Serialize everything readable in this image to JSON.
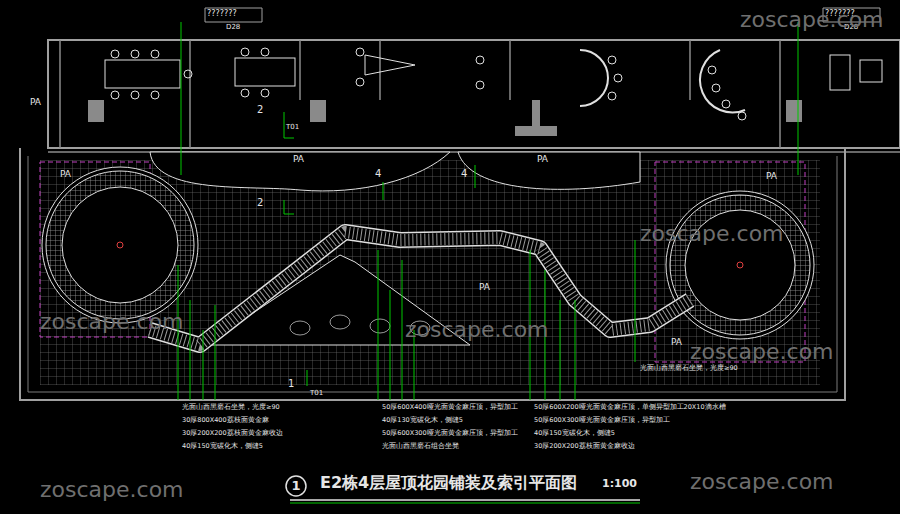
{
  "diagram": {
    "title": "E2栋4层屋顶花园铺装及索引平面图",
    "labels": [
      "???????",
      "D28",
      "???????",
      "D28",
      "PA",
      "PA",
      "PA",
      "PA",
      "PA",
      "PA",
      "PA",
      "2",
      "T01",
      "2",
      "4",
      "4",
      "1",
      "T01",
      "光面山西黑磨石坐凳，光度≥90",
      "30厚800X400荔枝面黄金麻",
      "30厚200X200荔枝面黄金麻收边",
      "40厚150宽碳化木，侧缝5",
      "50厚600X400哑光面黄金麻压顶，异型加工",
      "40厚130宽碳化木，侧缝5",
      "50厚600X300哑光面黄金麻压顶，异型加工",
      "光面山西黑磨石组合坐凳",
      "50厚600X200哑光面黄金麻压顶，单侧异型加工20X10滴水槽",
      "50厚600X300哑光面黄金麻压顶，异型加工",
      "40厚150宽碳化木，侧缝5",
      "30厚200X200荔枝面黄金麻收边",
      "光面山西黑磨石坐凳，光度≥90",
      "1",
      "1:100",
      "zoscape.com",
      "zoscape.com",
      "zoscape.com",
      "zoscape.com",
      "zoscape.com",
      "zoscape.com",
      "zoscape.com"
    ]
  }
}
